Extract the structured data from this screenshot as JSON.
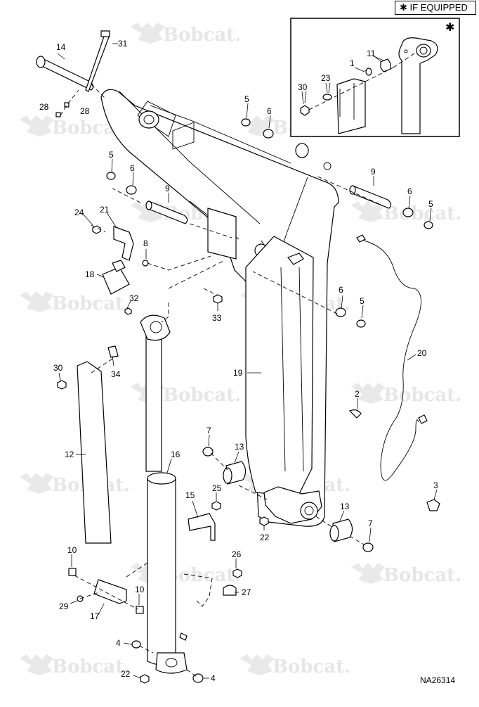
{
  "legend": {
    "text": "✱ IF EQUIPPED"
  },
  "inset": {
    "marker": "✱"
  },
  "watermark": {
    "text": "Bobcat."
  },
  "drawing_number": "NA26314",
  "callouts": {
    "c14": "14",
    "c31": "31",
    "c28a": "28",
    "c28b": "28",
    "c5a": "5",
    "c6a": "6",
    "c5b": "5",
    "c6b": "6",
    "c9a": "9",
    "c9b": "9",
    "c6c": "6",
    "c5c": "5",
    "c24": "24",
    "c21": "21",
    "c8": "8",
    "c18": "18",
    "c32": "32",
    "c33": "33",
    "c6d": "6",
    "c5d": "5",
    "c30a": "30",
    "c34": "34",
    "c19": "19",
    "c20": "20",
    "c12": "12",
    "c2": "2",
    "c7a": "7",
    "c13a": "13",
    "c16": "16",
    "c15": "15",
    "c25": "25",
    "c3": "3",
    "c13b": "13",
    "c7b": "7",
    "c22a": "22",
    "c10a": "10",
    "c26": "26",
    "c27": "27",
    "c10b": "10",
    "c29": "29",
    "c17": "17",
    "c4a": "4",
    "c22b": "22",
    "c4b": "4",
    "c1": "1",
    "c11": "11",
    "c23": "23",
    "c30b": "30"
  }
}
